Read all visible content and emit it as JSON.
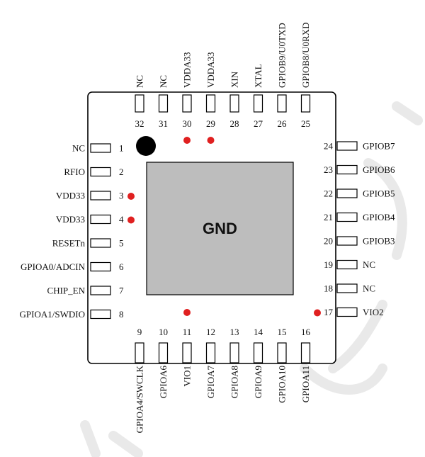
{
  "package": {
    "center_label": "GND"
  },
  "colors": {
    "marker": "#e02020",
    "pad_fill": "#bdbdbd",
    "pin1_dot": "#000000"
  },
  "pins": {
    "left": [
      {
        "num": "1",
        "name": "NC"
      },
      {
        "num": "2",
        "name": "RFIO"
      },
      {
        "num": "3",
        "name": "VDD33",
        "marker": true
      },
      {
        "num": "4",
        "name": "VDD33",
        "marker": true
      },
      {
        "num": "5",
        "name": "RESETn"
      },
      {
        "num": "6",
        "name": "GPIOA0/ADCIN"
      },
      {
        "num": "7",
        "name": "CHIP_EN"
      },
      {
        "num": "8",
        "name": "GPIOA1/SWDIO"
      }
    ],
    "bottom": [
      {
        "num": "9",
        "name": "GPIOA4/SWCLK"
      },
      {
        "num": "10",
        "name": "GPIOA6"
      },
      {
        "num": "11",
        "name": "VIO1",
        "marker": true
      },
      {
        "num": "12",
        "name": "GPIOA7"
      },
      {
        "num": "13",
        "name": "GPIOA8"
      },
      {
        "num": "14",
        "name": "GPIOA9"
      },
      {
        "num": "15",
        "name": "GPIOA10"
      },
      {
        "num": "16",
        "name": "GPIOA11"
      }
    ],
    "right": [
      {
        "num": "17",
        "name": "VIO2",
        "marker": true
      },
      {
        "num": "18",
        "name": "NC"
      },
      {
        "num": "19",
        "name": "NC"
      },
      {
        "num": "20",
        "name": "GPIOB3"
      },
      {
        "num": "21",
        "name": "GPIOB4"
      },
      {
        "num": "22",
        "name": "GPIOB5"
      },
      {
        "num": "23",
        "name": "GPIOB6"
      },
      {
        "num": "24",
        "name": "GPIOB7"
      }
    ],
    "top": [
      {
        "num": "25",
        "name": "GPIOB8/U0RXD"
      },
      {
        "num": "26",
        "name": "GPIOB9/U0TXD"
      },
      {
        "num": "27",
        "name": "XTAL"
      },
      {
        "num": "28",
        "name": "XIN"
      },
      {
        "num": "29",
        "name": "VDDA33",
        "marker": true
      },
      {
        "num": "30",
        "name": "VDDA33",
        "marker": true
      },
      {
        "num": "31",
        "name": "NC"
      },
      {
        "num": "32",
        "name": "NC"
      }
    ]
  }
}
